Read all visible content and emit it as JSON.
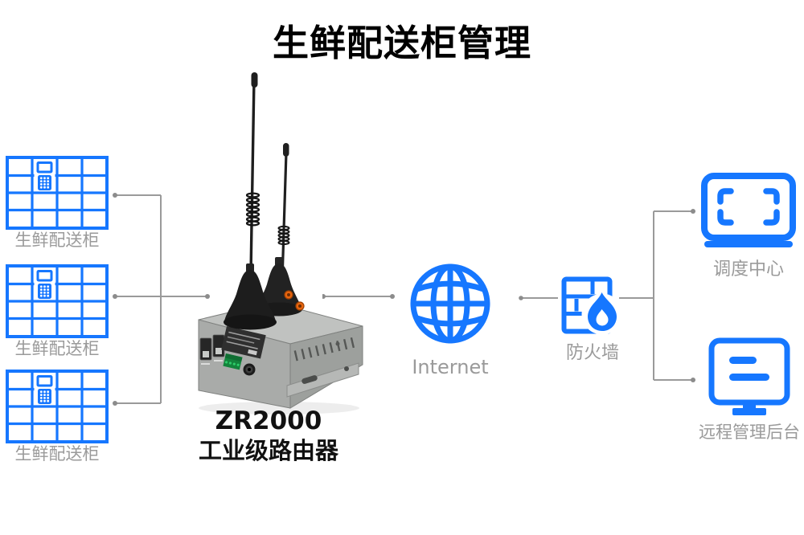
{
  "title": "生鲜配送柜管理",
  "colors": {
    "accent_blue": "#1677ff",
    "connector_gray": "#9a9a9a",
    "label_gray": "#9a9a9a",
    "router_body_gray": "#a9aba9",
    "terminal_green": "#13843c",
    "antenna_black": "#1d1d1d",
    "sma_orange": "#e8650e",
    "title_black": "#000000"
  },
  "cabinets": [
    {
      "label": "生鲜配送柜",
      "icon": "locker-grid-icon"
    },
    {
      "label": "生鲜配送柜",
      "icon": "locker-grid-icon"
    },
    {
      "label": "生鲜配送柜",
      "icon": "locker-grid-icon"
    }
  ],
  "router": {
    "model": "ZR2000",
    "type_label": "工业级路由器",
    "image": "industrial-router-two-antennas-photo"
  },
  "nodes": {
    "internet": {
      "label": "Internet",
      "icon": "globe-icon"
    },
    "firewall": {
      "label": "防火墙",
      "icon": "firewall-brick-flame-icon"
    },
    "dispatch_center": {
      "label": "调度中心",
      "icon": "monitor-scan-icon"
    },
    "remote_admin": {
      "label": "远程管理后台",
      "icon": "monitor-text-icon"
    }
  }
}
